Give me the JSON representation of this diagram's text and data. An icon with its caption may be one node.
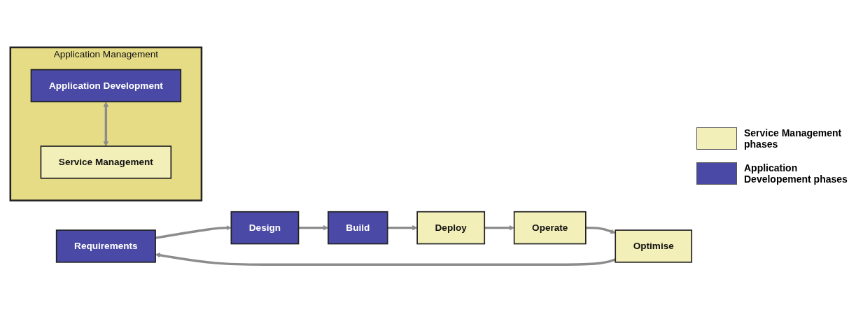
{
  "diagram": {
    "nodes": [
      {
        "text": [
          "Application Management"
        ]
      },
      {
        "text": [
          "Application Development"
        ],
        "in": 0
      },
      {
        "text": [
          "Service Management"
        ],
        "in": 0
      },
      {
        "text": [
          "Requirements"
        ]
      },
      {
        "text": [
          "Design"
        ]
      },
      {
        "text": [
          "Build"
        ]
      },
      {
        "text": [
          "Deploy"
        ]
      },
      {
        "text": [
          "Operate"
        ]
      },
      {
        "text": [
          "Optimise"
        ]
      }
    ],
    "edges": [
      {
        "from": 1,
        "to": 2,
        "arrow": "both"
      },
      {
        "from": 3,
        "to": 4,
        "arrow": "to"
      },
      {
        "from": 4,
        "to": 5,
        "arrow": "to"
      },
      {
        "from": 5,
        "to": 6,
        "arrow": "to"
      },
      {
        "from": 6,
        "to": 7,
        "arrow": "to"
      },
      {
        "from": 7,
        "to": 8,
        "arrow": "to"
      },
      {
        "from": 8,
        "to": 3,
        "arrow": "to"
      }
    ],
    "legend": [
      {
        "text": "Service Management phases",
        "color": "#f2efb8"
      },
      {
        "text": "Application Developement phases",
        "color": "#4a4aa6"
      }
    ]
  }
}
